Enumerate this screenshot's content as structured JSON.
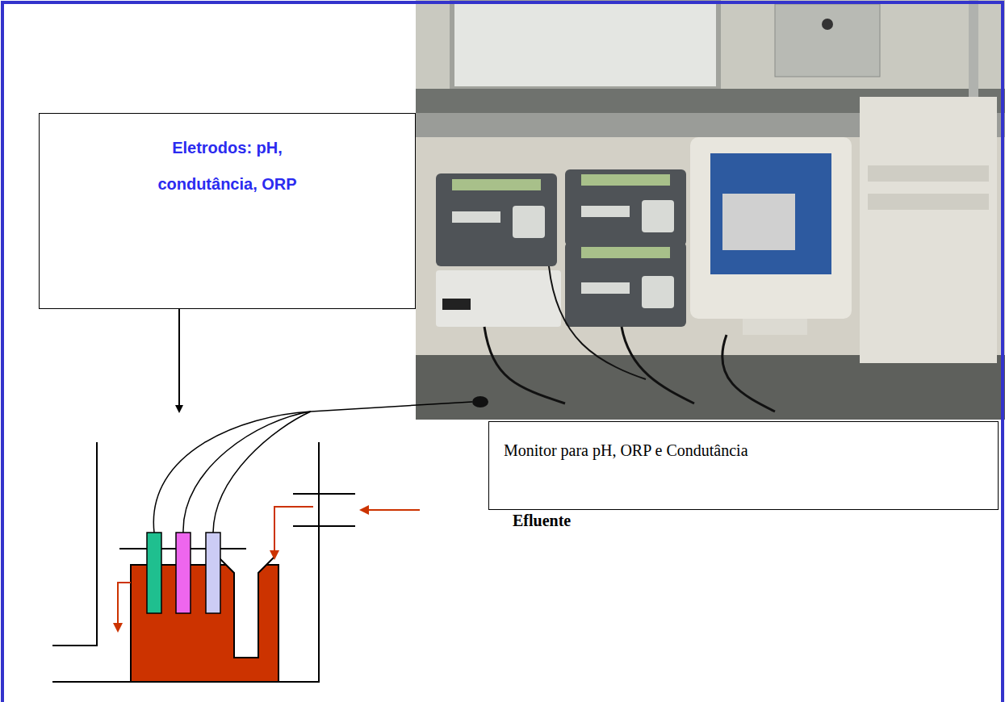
{
  "diagram": {
    "nodes": [
      {
        "text": [
          "Eletrodos: pH, condutância, ORP"
        ]
      },
      {
        "text": [
          "Monitor para pH, ORP e Condutância"
        ]
      }
    ],
    "labels": [
      "Efluente"
    ]
  }
}
